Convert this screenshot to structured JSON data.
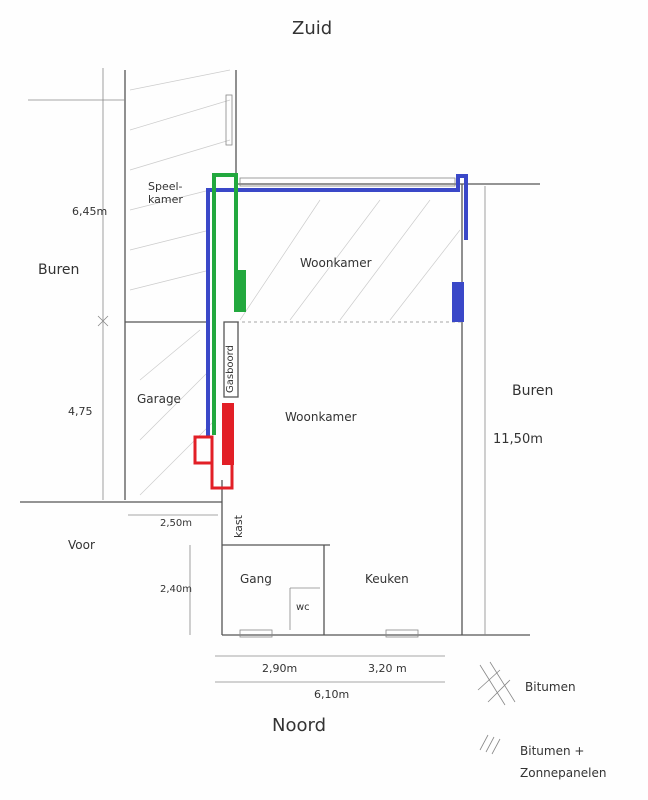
{
  "compass": {
    "south": "Zuid",
    "north": "Noord"
  },
  "neighbours": {
    "left": "Buren",
    "right": "Buren"
  },
  "rooms": {
    "playroom": "Speel-\nkamer",
    "living_top": "Woonkamer",
    "garage": "Garage",
    "meter_cupboard": "Gasboord",
    "living_bottom": "Woonkamer",
    "closet": "kast",
    "hallway": "Gang",
    "toilet": "wc",
    "kitchen": "Keuken",
    "front": "Voor"
  },
  "dimensions": {
    "playroom_depth": "6,45m",
    "garage_depth": "4,75",
    "right_depth": "11,50m",
    "garage_width": "2,50m",
    "hall_depth": "2,40m",
    "left_width": "2,90m",
    "right_width": "3,20 m",
    "total_width": "6,10m"
  },
  "legend": {
    "bitumen": "Bitumen",
    "bitumen_solar": "Bitumen +\nZonnepanelen"
  },
  "colors": {
    "blue": "#3a48c8",
    "green": "#22a83e",
    "red": "#e21f26"
  }
}
